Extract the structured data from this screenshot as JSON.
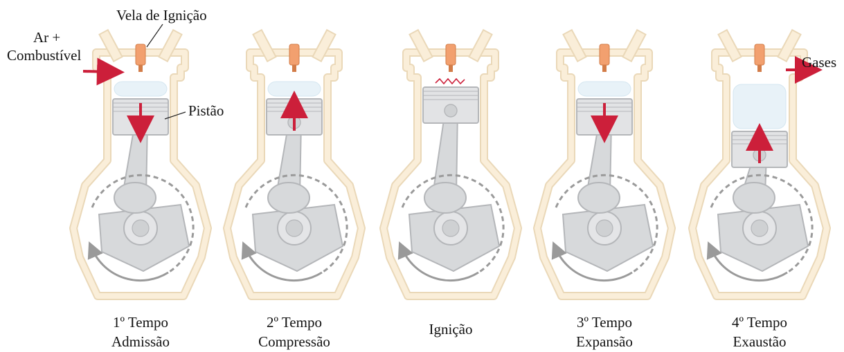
{
  "labels": {
    "spark_plug": "Vela de Ignição",
    "intake_line1": "Ar +",
    "intake_line2": "Combustível",
    "piston": "Pistão",
    "exhaust": "Gases"
  },
  "stages": [
    {
      "line1": "1º Tempo",
      "line2": "Admissão",
      "piston_motion": "down"
    },
    {
      "line1": "2º Tempo",
      "line2": "Compressão",
      "piston_motion": "up"
    },
    {
      "line1": "Ignição",
      "line2": "",
      "piston_motion": "none"
    },
    {
      "line1": "3º Tempo",
      "line2": "Expansão",
      "piston_motion": "down"
    },
    {
      "line1": "4º Tempo",
      "line2": "Exaustão",
      "piston_motion": "up"
    }
  ],
  "colors": {
    "cylinder": "#faeed9",
    "cylinder_edge": "#ead8b8",
    "metal": "#d7d9db",
    "metal_dark": "#b4b6b9",
    "arrow": "#cc1f3a",
    "spark_plug": "#f2a06f",
    "gas": "#e8f2f8",
    "rotation_arrow": "#9a9a9a"
  }
}
